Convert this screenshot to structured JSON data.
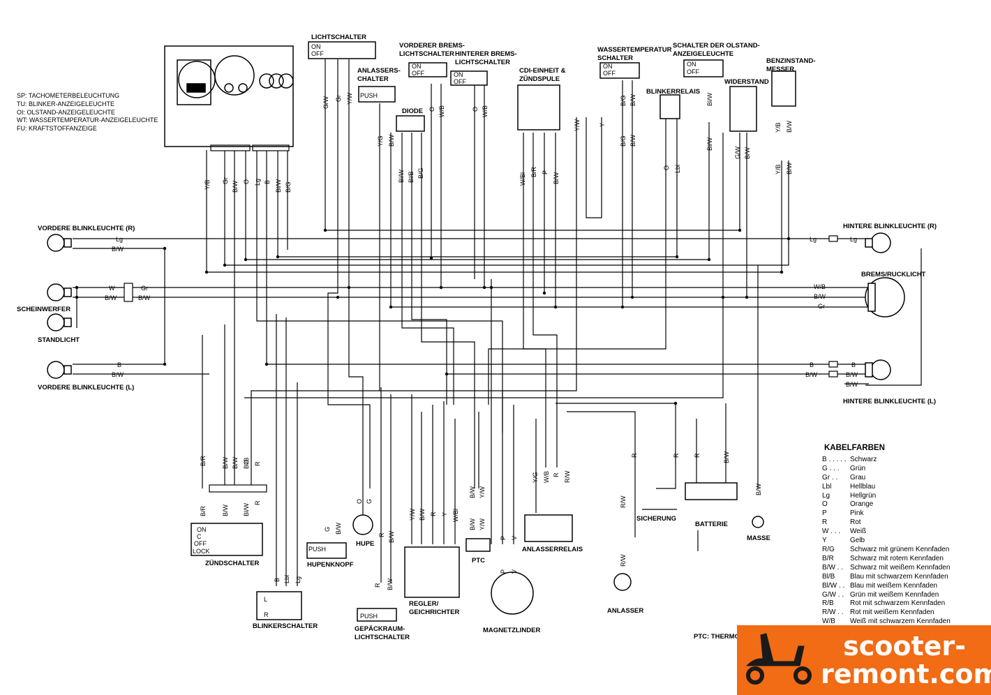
{
  "component_notes": [
    "SP: TACHOMETERBELEUCHTUNG",
    "TU: BLINKER-ANZEIGELEUCHTE",
    "OI: OLSTAND-ANZEIGELEUCHTE",
    "WT: WASSERTEMPERATUR-ANZEIGELEUCHTE",
    "FU: KRAFTSTOFFANZEIGE"
  ],
  "components": {
    "lichtschalter": "LICHTSCHALTER",
    "anlasserschalter": [
      "ANLASSERS-",
      "CHALTER"
    ],
    "diode": "DIODE",
    "vorderer_bremslichtschalter": [
      "VORDERER BREMS-",
      "LICHTSCHALTER"
    ],
    "hinterer_bremslichtschalter": [
      "HINTERER BREMS-",
      "LICHTSCHALTER"
    ],
    "cdi": [
      "CDI-EINHEIT &",
      "ZÜNDSPULE"
    ],
    "wassertemperaturschalter": [
      "WASSERTEMPERATUR",
      "SCHALTER"
    ],
    "blinkerrelais": "BLINKERRELAIS",
    "olstand_schalter": [
      "SCHALTER DER OLSTAND-",
      "ANZEIGELEUCHTE"
    ],
    "widerstand": "WIDERSTAND",
    "benzinstandmesser": [
      "BENZINSTAND-",
      "MESSER"
    ],
    "vordere_blinkleuchte_r": "VORDERE BLINKLEUCHTE (R)",
    "hintere_blinkleuchte_r": "HINTERE BLINKLEUCHTE (R)",
    "scheinwerfer": "SCHEINWERFER",
    "standlicht": "STANDLICHT",
    "bremsrucklicht": "BREMS/RUCKLICHT",
    "vordere_blinkleuchte_l": "VORDERE BLINKLEUCHTE (L)",
    "hintere_blinkleuchte_l": "HINTERE BLINKLEUCHTE (L)",
    "zundschalter": "ZÜNDSCHALTER",
    "blinkerschalter": "BLINKERSCHALTER",
    "hupenknopf": "HUPENKNOPF",
    "hupe": "HUPE",
    "gepackraum": [
      "GEPÄCKRAUM-",
      "LICHTSCHALTER"
    ],
    "regler": [
      "REGLER/",
      "GEICHRICHTER"
    ],
    "ptc": "PTC",
    "magnetzunder": "MAGNETZLINDER",
    "anlasserrelais": "ANLASSERRELAIS",
    "anlasser": "ANLASSER",
    "sicherung": "SICHERUNG",
    "batterie": "BATTERIE",
    "masse": "MASSE",
    "ptc_note": "PTC: THERMO"
  },
  "switch_labels": {
    "on": "ON",
    "off": "OFF",
    "push": "PUSH",
    "ign_on": "ON",
    "ign_c": "C",
    "ign_off": "OFF",
    "ign_lock": "LOCK",
    "blink_l": "L",
    "blink_r": "R"
  },
  "wire_labels": {
    "lg": "Lg",
    "bw": "B/W",
    "w": "W",
    "gr": "Gr",
    "b": "B",
    "wb": "W/B",
    "yb": "Y/B",
    "bbk": "Bl/W",
    "bg": "B/G",
    "o": "O",
    "lbl": "Lbl",
    "blb": "Bl/B",
    "br": "B/R",
    "r": "R",
    "bbw": "B/W",
    "yw": "Y/W",
    "wbl": "W/Bl",
    "p": "P",
    "y": "Y",
    "gw": "G/W",
    "rw": "R/W",
    "g": "G",
    "yg": "Y/G",
    "blbk": "Bl/B",
    "bl_w": "Bl/W",
    "wbl2": "W/B",
    "bw2": "B/W",
    "lb": "Lb",
    "rb": "R/B",
    "v": "V"
  },
  "legend": {
    "title": "KABELFARBEN",
    "rows": [
      {
        "code": "B . . . . .",
        "name": "Schwarz"
      },
      {
        "code": "G . . .",
        "name": "Grün"
      },
      {
        "code": "Gr . .",
        "name": "Grau"
      },
      {
        "code": "Lbl",
        "name": "Hellblau"
      },
      {
        "code": "Lg",
        "name": "Hellgrün"
      },
      {
        "code": "O",
        "name": "Orange"
      },
      {
        "code": "P",
        "name": "Pink"
      },
      {
        "code": "R",
        "name": "Rot"
      },
      {
        "code": "W . . .",
        "name": "Weiß"
      },
      {
        "code": "Y",
        "name": "Gelb"
      },
      {
        "code": "R/G",
        "name": "Schwarz mit grünem Kennfaden"
      },
      {
        "code": "B/R",
        "name": "Schwarz mit rotem Kennfaden"
      },
      {
        "code": "B/W . .",
        "name": "Schwarz mit weißem Kennfaden"
      },
      {
        "code": "Bl/B",
        "name": "Blau mit schwarzem Kennfaden"
      },
      {
        "code": "Bl/W . .",
        "name": "Blau mit weißem Kennfaden"
      },
      {
        "code": "G/W . .",
        "name": "Grün mit weißem Kennfaden"
      },
      {
        "code": "R/B",
        "name": "Rot mit schwarzem Kennfaden"
      },
      {
        "code": "R/W . .",
        "name": "Rot mit weißem Kennfaden"
      },
      {
        "code": "W/B",
        "name": "Weiß mit schwarzem Kennfaden"
      }
    ]
  },
  "logo": {
    "line1": "scooter-",
    "line2": "remont.com",
    "accent": "#f26b15"
  }
}
